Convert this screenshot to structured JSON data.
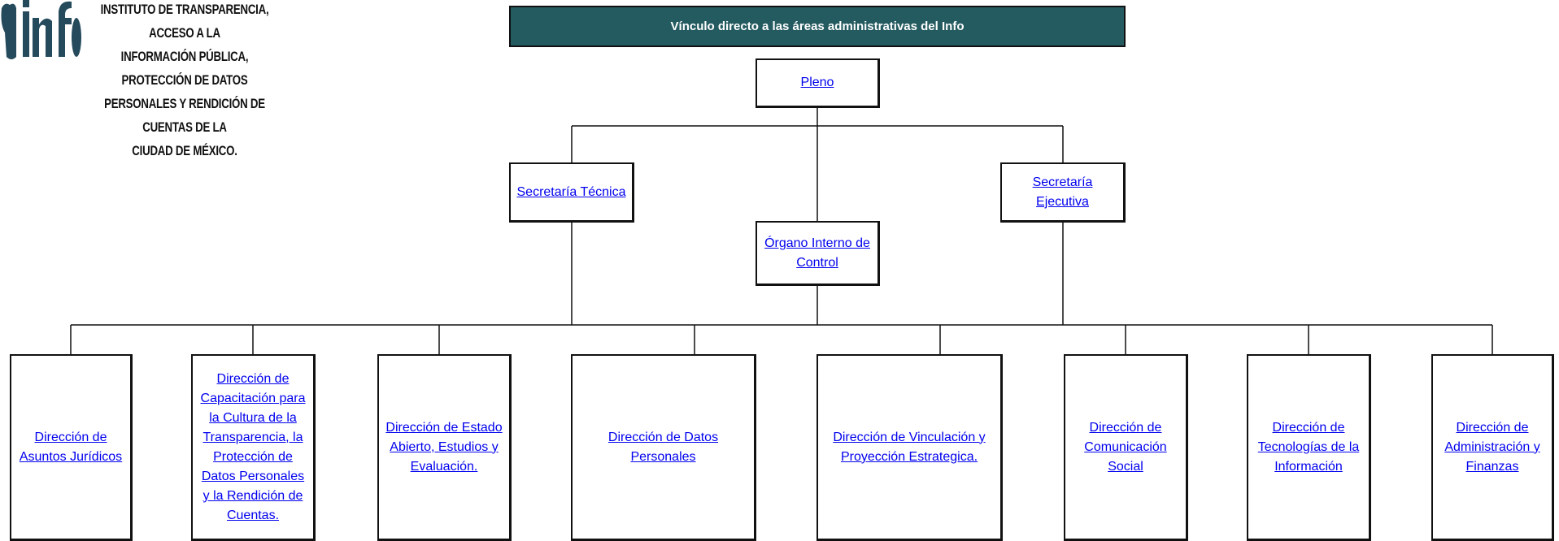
{
  "institution": {
    "name": "INSTITUTO DE TRANSPARENCIA, ACCESO A LA\nINFORMACIÓN PÚBLICA, PROTECCIÓN DE DATOS\nPERSONALES Y RENDICIÓN DE CUENTAS DE LA\nCIUDAD DE MÉXICO.",
    "logo_text": "info",
    "logo_icon": "person-silhouette-icon",
    "logo_color": "#244a5c"
  },
  "header": {
    "title": "Vínculo directo a las áreas administrativas del Info",
    "bg_color": "#245b60"
  },
  "org": {
    "pleno": "Pleno",
    "secretaria_tecnica": "Secretaría Técnica",
    "secretaria_ejecutiva": "Secretaría\nEjecutiva",
    "organo_interno": "Órgano Interno de\nControl",
    "direcciones": [
      "Dirección de\nAsuntos Jurídicos",
      "Dirección de\nCapacitación para\nla Cultura de la\nTransparencia, la\nProtección de\nDatos Personales\ny la Rendición de\nCuentas.",
      "Dirección de Estado\nAbierto, Estudios y\nEvaluación.",
      "Dirección de Datos\nPersonales",
      "Dirección de Vinculación y\nProyección Estrategica.",
      "Dirección de\nComunicación\nSocial",
      "Dirección de\nTecnologías de la\nInformación",
      "Dirección de\nAdministración y\nFinanzas"
    ]
  },
  "link_color": "#0000ee"
}
